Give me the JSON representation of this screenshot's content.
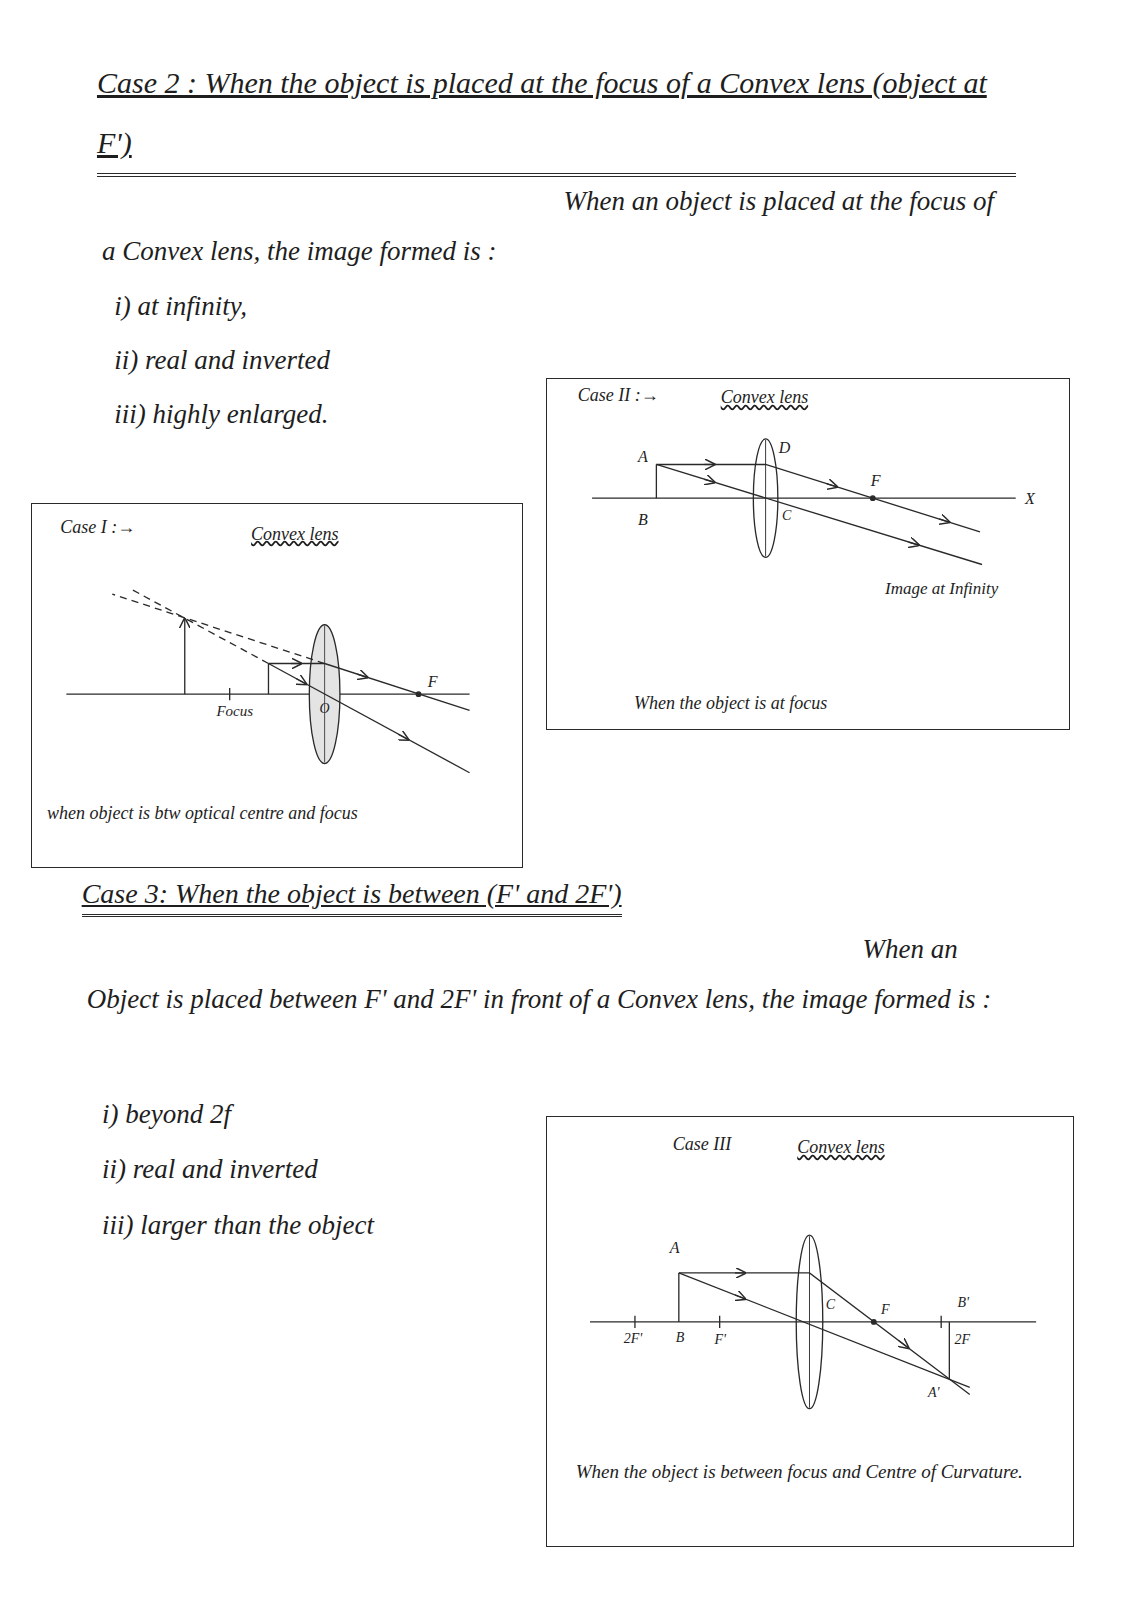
{
  "diagram": {
    "title": "Case 2 : When the object is placed at the focus of a Convex lens (object at F')",
    "nodes": [
      {
        "text": [
          "Case II :→",
          "Convex lens",
          "A",
          "D",
          "F",
          "X",
          "B",
          "C",
          "Image at Infinity",
          "When the object is at focus"
        ]
      },
      {
        "text": [
          "Case I :→",
          "Convex lens",
          "Focus",
          "O",
          "F",
          "when object is btw optical centre and focus"
        ]
      },
      {
        "text": [
          "Case III",
          "Convex lens",
          "A",
          "2F'",
          "B",
          "F'",
          "C",
          "F",
          "B'",
          "2F",
          "A'",
          "When the object is between focus and Centre of Curvature."
        ]
      }
    ],
    "labels": [
      "When an object is placed at the focus of a Convex lens, the image formed is :",
      "i) at infinity,",
      "ii) real and inverted",
      "iii) highly enlarged.",
      "Case 3: When the object is between (F' and 2F')",
      "When an Object is placed between F' and 2F' in front of a Convex lens, the image formed is :",
      "i) beyond 2f",
      "ii) real and inverted",
      "iii) larger than the object"
    ]
  }
}
